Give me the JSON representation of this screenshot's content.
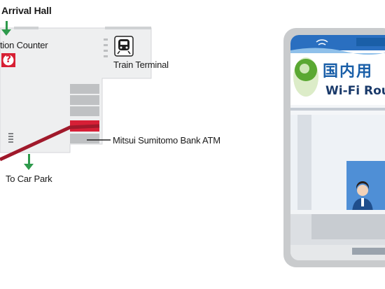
{
  "map": {
    "arrival_hall": "Arrival Hall",
    "counter_label": "tion Counter",
    "info_icon_char": "?",
    "train_terminal": "Train Terminal",
    "bank_atm": "Mitsui Sumitomo Bank ATM",
    "car_park": "To Car Park",
    "colors": {
      "floor": "#eeeff0",
      "wall": "#d0d2d4",
      "route": "#a0192b",
      "highlight": "#d61f36",
      "arrow": "#2e9a4c",
      "shelf": "#bfc1c3"
    }
  },
  "photo": {
    "sign_text_jp": "国内用",
    "sign_text_en": "Wi-Fi Rou",
    "colors": {
      "frame": "#c9cbcd",
      "sign_bg": "#ffffff",
      "sign_bar": "#1a5fa8",
      "wall_blue": "#4f8fd6",
      "counter": "#dcdfe3"
    }
  }
}
